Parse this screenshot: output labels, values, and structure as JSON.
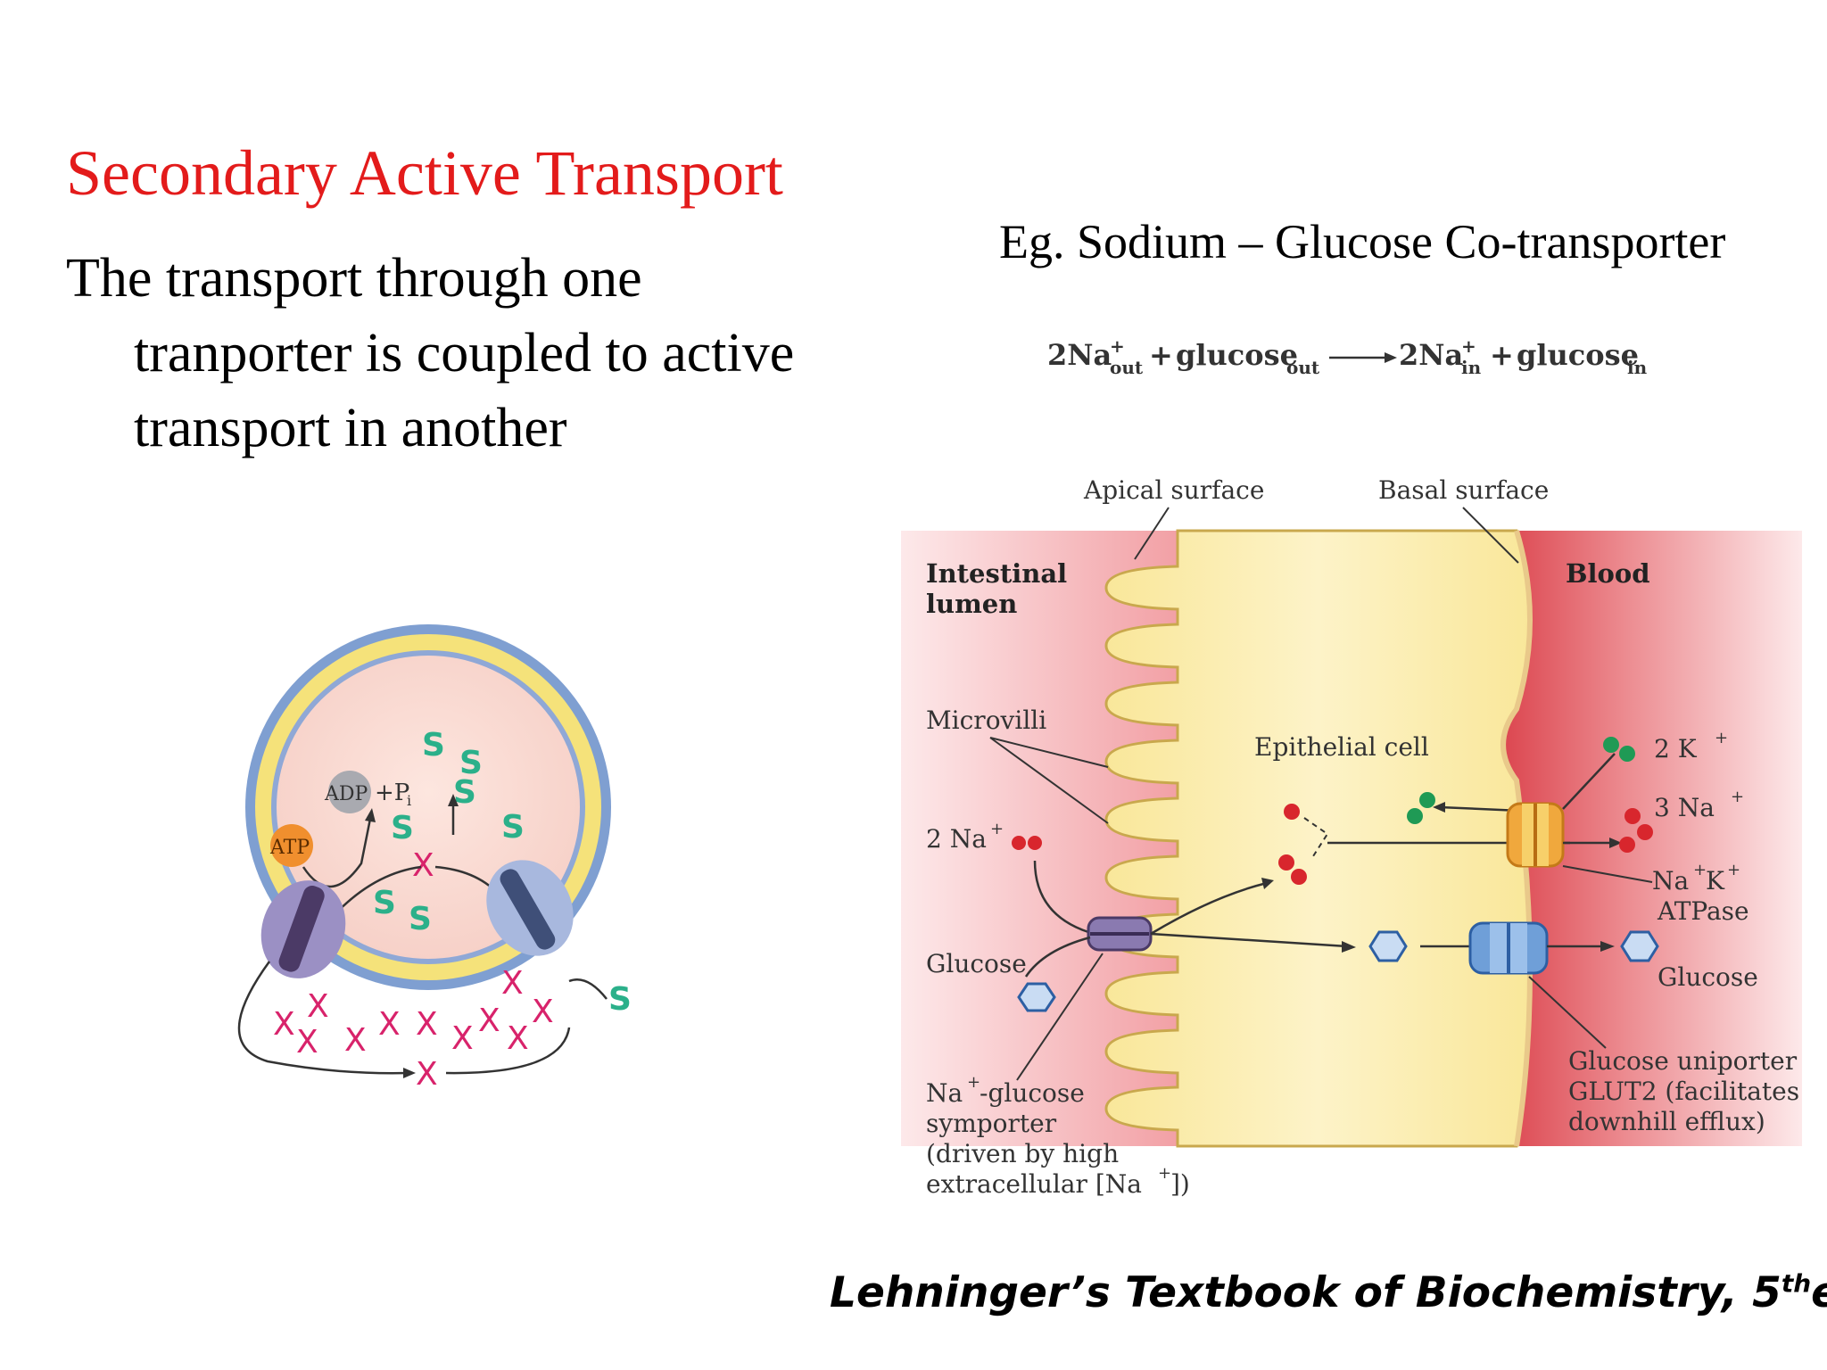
{
  "slide": {
    "title": "Secondary Active Transport",
    "body_line1": "The transport through one",
    "body_line2": "tranporter is coupled to active",
    "body_line3": "transport in another",
    "example": "Eg. Sodium – Glucose Co-transporter",
    "citation_main": "Lehninger’s Textbook of Biochemistry, 5",
    "citation_sup": "th",
    "citation_tail": "ed"
  },
  "equation": {
    "lhs_coef": "2Na",
    "sup_plus": "+",
    "sub_out": "out",
    "sub_in": "in",
    "plus": "+",
    "glucose": "glucose",
    "rhs_coef": "2Na"
  },
  "vesicle": {
    "adp": "ADP",
    "pi": "+P",
    "pi_sub": "i",
    "atp": "ATP",
    "x": "X",
    "s": "S"
  },
  "epithelium": {
    "apical_surface": "Apical surface",
    "basal_surface": "Basal surface",
    "intestinal_line1": "Intestinal",
    "intestinal_line2": "lumen",
    "blood": "Blood",
    "microvilli": "Microvilli",
    "epithelial_cell": "Epithelial cell",
    "two_na": "2 Na",
    "na_plus": "+",
    "two_k": "2 K",
    "three_na": "3 Na",
    "glucose_left": "Glucose",
    "glucose_right": "Glucose",
    "atpase_line1": "Na",
    "atpase_k": "K",
    "atpase_line2": "ATPase",
    "symporter_line1_a": "Na",
    "symporter_line1_b": "-glucose",
    "symporter_line2": "symporter",
    "symporter_line3": "(driven by high",
    "symporter_line4_a": "extracellular [Na",
    "symporter_line4_b": "])",
    "glut_line1": "Glucose uniporter",
    "glut_line2": "GLUT2 (facilitates",
    "glut_line3": "downhill efflux)"
  },
  "colors": {
    "title": "#e31b1b",
    "cell": "#fbeeb0",
    "lumen": "#f3a5a8",
    "blood": "#e0474e",
    "na_ion": "#d8262d",
    "k_ion": "#1f9a55",
    "x_mark": "#d8236b",
    "s_mark": "#2bb08a"
  }
}
